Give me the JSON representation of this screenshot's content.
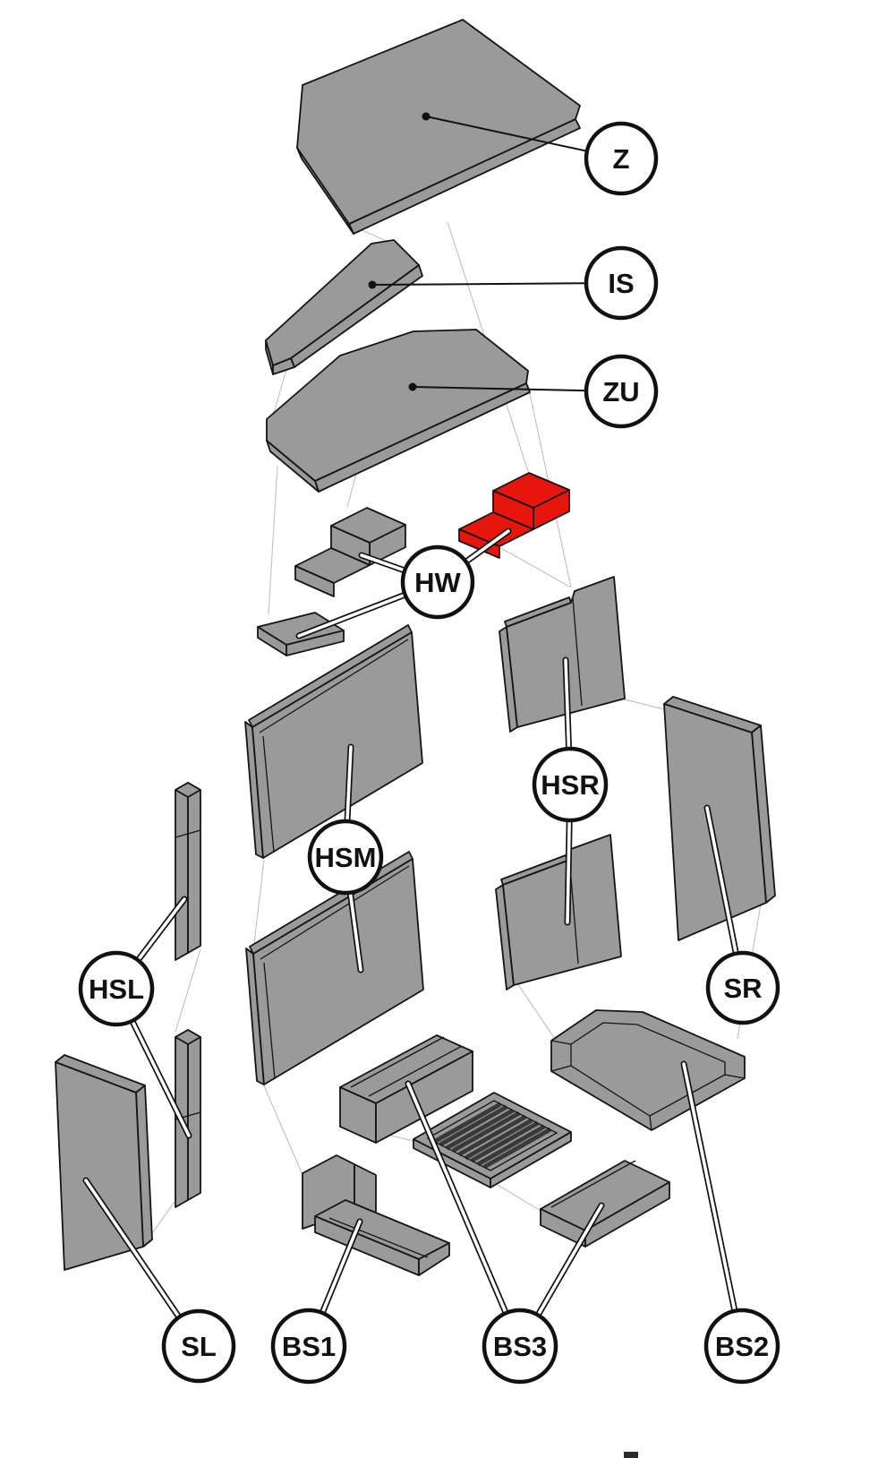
{
  "diagram": {
    "background": "#ffffff",
    "colors": {
      "background": "#ffffff",
      "part_gray": "#9a9a9a",
      "part_outline": "#141414",
      "highlight_red": "#e8150c",
      "leader_black": "#111111",
      "leader_white": "#ffffff",
      "connector_gray": "#c4c4c4",
      "rib_dark": "#3a3a3a"
    },
    "highlighted_part_label": "HW",
    "callouts": {
      "z": "Z",
      "is": "IS",
      "zu": "ZU",
      "hw": "HW",
      "hsr": "HSR",
      "hsm": "HSM",
      "hsl": "HSL",
      "sr": "SR",
      "sl": "SL",
      "bs1": "BS1",
      "bs3": "BS3",
      "bs2": "BS2"
    }
  }
}
